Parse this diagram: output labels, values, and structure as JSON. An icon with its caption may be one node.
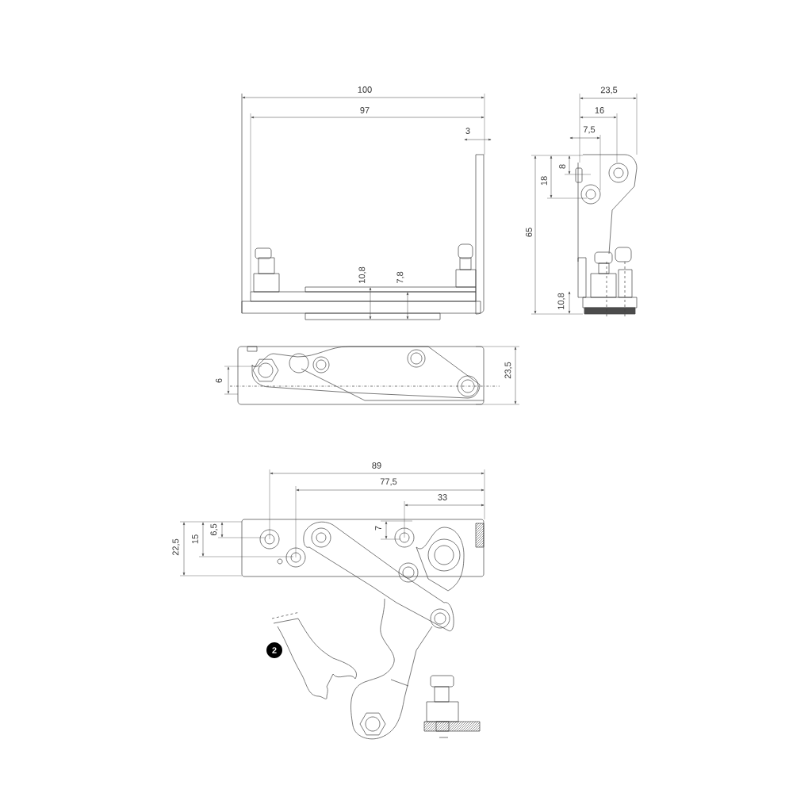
{
  "diagram": {
    "labels": [
      "100",
      "97",
      "3",
      "10,8",
      "7,8",
      "23,5",
      "16",
      "7,5",
      "8",
      "18",
      "65",
      "10,8",
      "6",
      "23,5",
      "89",
      "77,5",
      "33",
      "7",
      "6,5",
      "15",
      "22,5",
      "2"
    ]
  }
}
